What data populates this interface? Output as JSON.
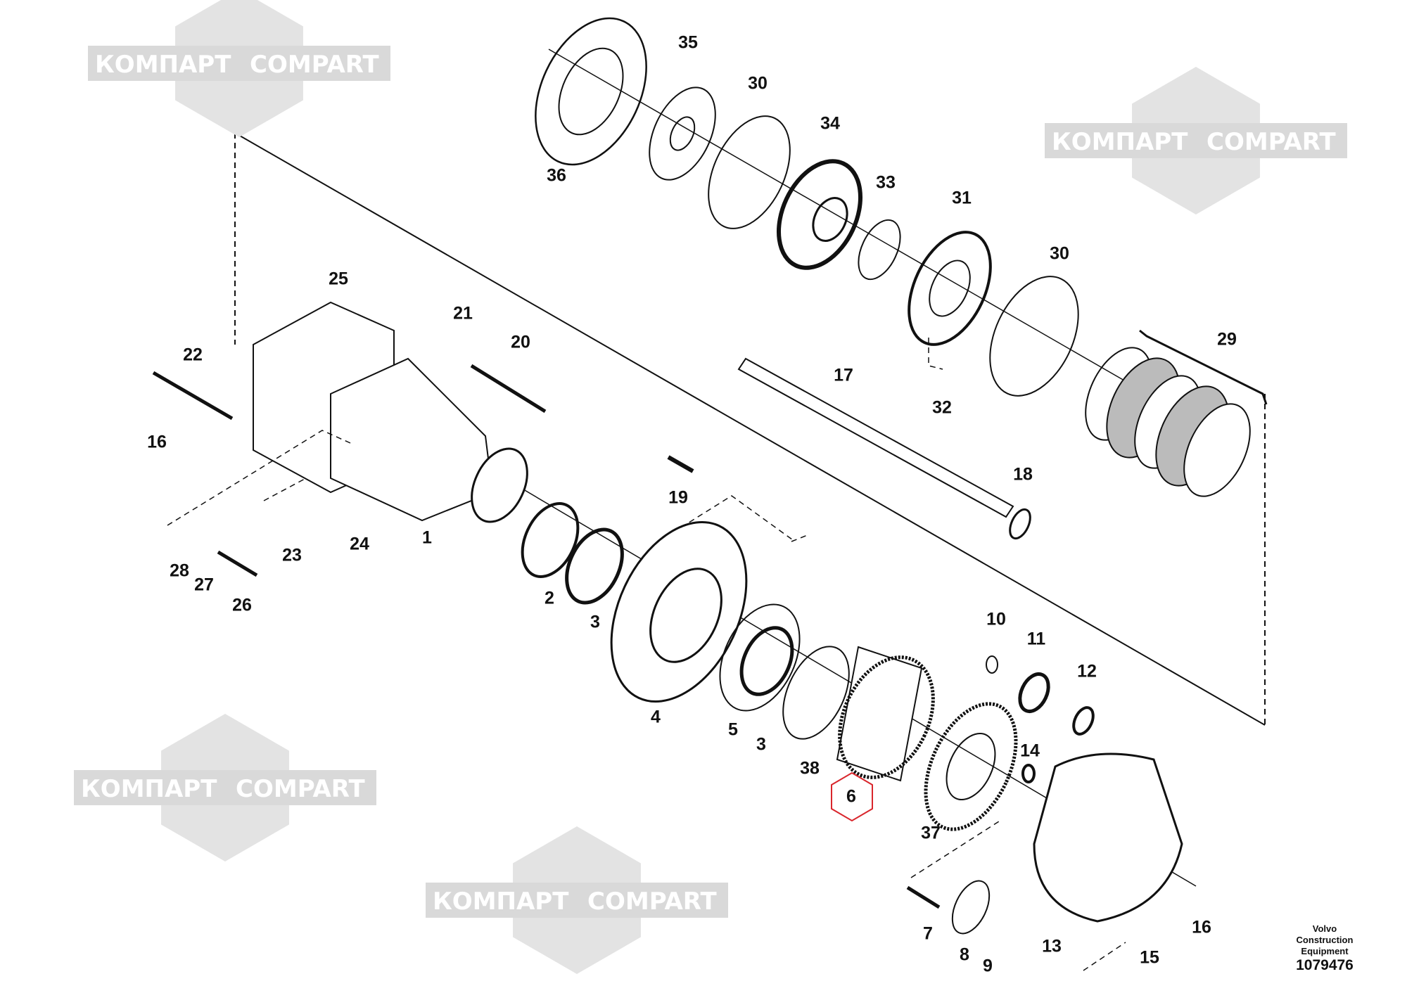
{
  "watermark": [
    "КОМПАРТ",
    "COMPART"
  ],
  "callouts": [
    "35",
    "30",
    "34",
    "36",
    "33",
    "31",
    "30",
    "25",
    "29",
    "21",
    "20",
    "22",
    "17",
    "32",
    "16",
    "18",
    "19",
    "1",
    "24",
    "23",
    "28",
    "2",
    "27",
    "26",
    "3",
    "10",
    "11",
    "12",
    "4",
    "5",
    "3",
    "14",
    "38",
    "6",
    "37",
    "7",
    "16",
    "8",
    "13",
    "9",
    "15"
  ],
  "highlighted_callout": "6",
  "highlight_color": "#d9262c",
  "footer": {
    "publisher_line1": "Volvo Construction",
    "publisher_line2": "Equipment",
    "drawing_number": "1079476"
  }
}
